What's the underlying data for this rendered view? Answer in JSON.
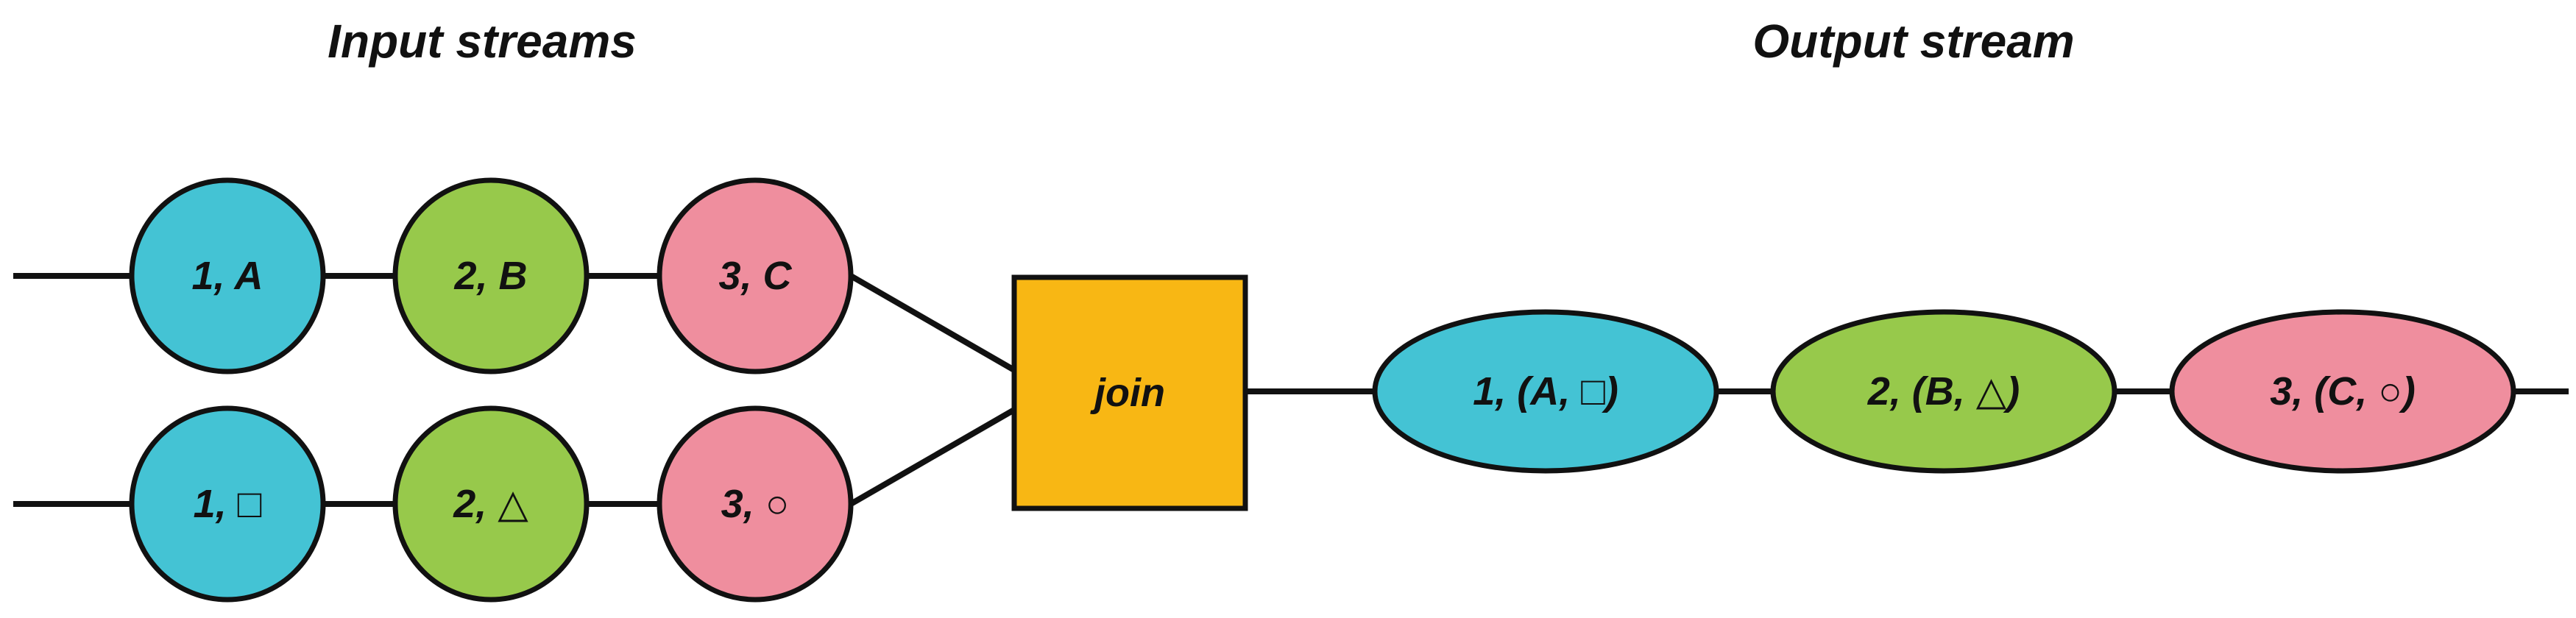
{
  "titles": {
    "input": "Input streams",
    "output": "Output stream"
  },
  "input_streams": [
    {
      "events": [
        {
          "label": "1, A",
          "color": "#44c3d4"
        },
        {
          "label": "2, B",
          "color": "#97c94b"
        },
        {
          "label": "3, C",
          "color": "#ef8e9e"
        }
      ]
    },
    {
      "events": [
        {
          "label": "1, □",
          "color": "#44c3d4"
        },
        {
          "label": "2, △",
          "color": "#97c94b"
        },
        {
          "label": "3, ○",
          "color": "#ef8e9e"
        }
      ]
    }
  ],
  "operator": {
    "label": "join",
    "color": "#f8b714"
  },
  "output_stream": {
    "events": [
      {
        "label": "1, (A, □)",
        "color": "#44c3d4"
      },
      {
        "label": "2, (B, △)",
        "color": "#97c94b"
      },
      {
        "label": "3, (C, ○)",
        "color": "#ef8e9e"
      }
    ]
  }
}
